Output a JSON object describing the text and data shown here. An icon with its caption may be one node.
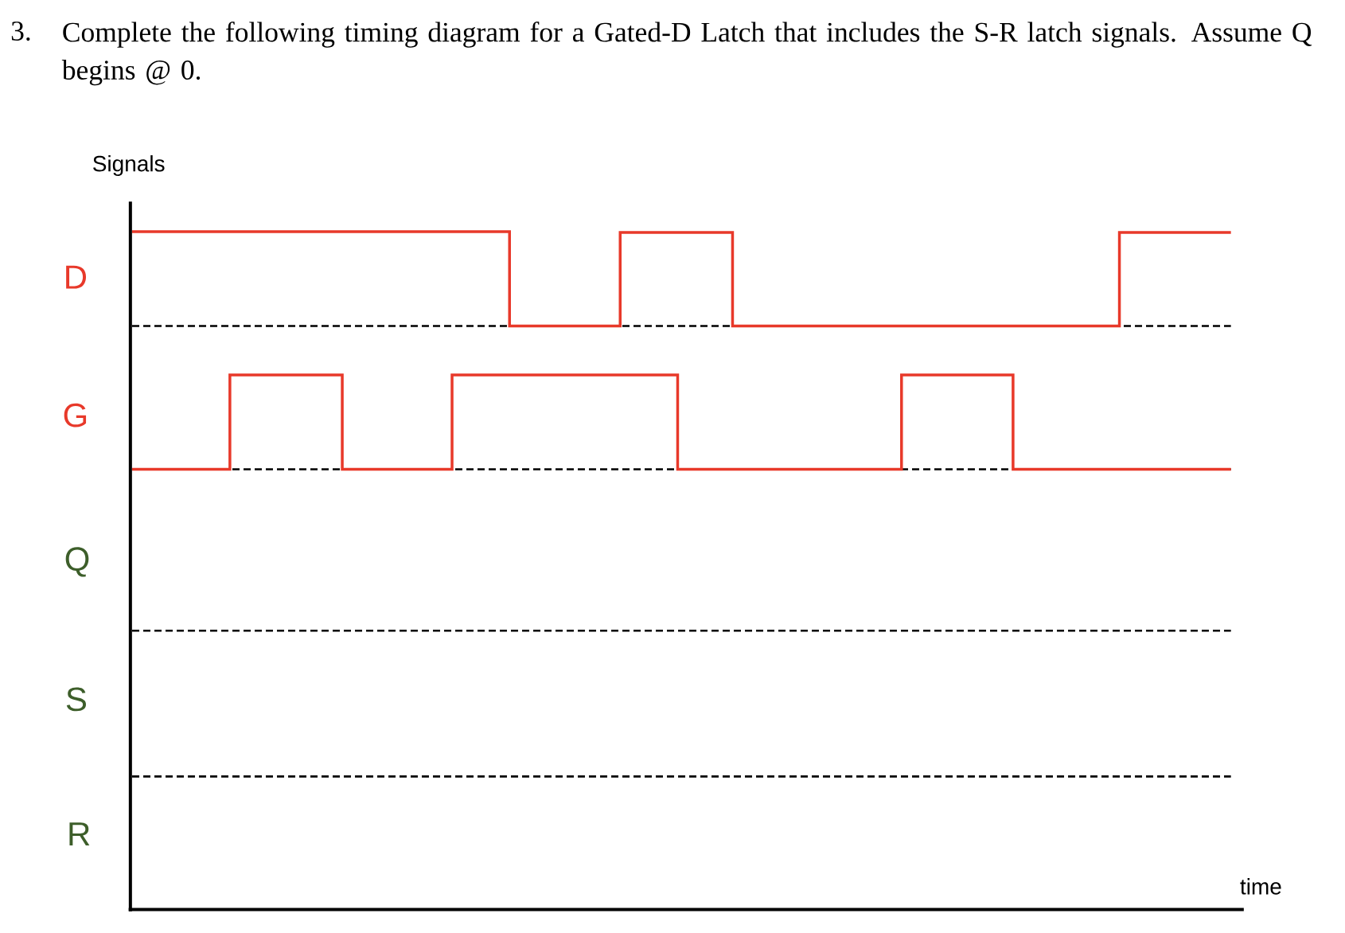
{
  "diagram": {
    "title": "Complete the following timing diagram for a Gated-D Latch that includes the S-R latch signals. Assume Q begins @ 0.",
    "labels": [
      "3.",
      "Signals",
      "D",
      "G",
      "Q",
      "S",
      "R",
      "time"
    ]
  }
}
